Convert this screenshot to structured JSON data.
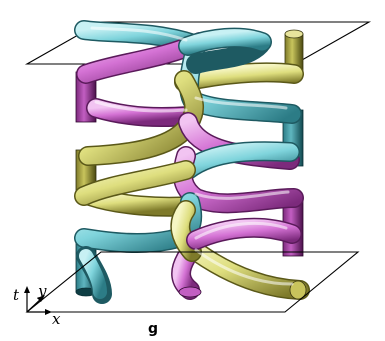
{
  "figure": {
    "axes": {
      "t_label": "t",
      "y_label": "y",
      "x_label": "x"
    },
    "group_label": "g"
  },
  "colors": {
    "cyan": "#7fd4dc",
    "cyan_dark": "#2c7c86",
    "magenta": "#d472d4",
    "magenta_dark": "#7c2a7c",
    "yellow": "#dede7e",
    "yellow_dark": "#7e7a2a",
    "outline": "#000000"
  }
}
